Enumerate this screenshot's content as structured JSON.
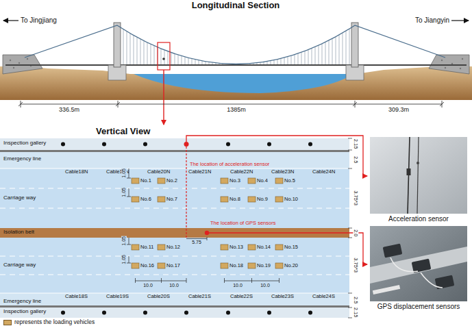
{
  "diagram": {
    "nodes": [
      {
        "text": [
          "Acceleration sensor"
        ]
      },
      {
        "text": [
          "GPS displacement sensors"
        ]
      }
    ],
    "labels": [
      "Longitudinal Section",
      "To Jingjiang",
      "To Jiangyin",
      "336.5m",
      "1385m",
      "309.3m",
      "Vertical View",
      "Inspection gallery",
      "Emergency line",
      "Carriage way",
      "Isolation belt",
      "Carriage way",
      "Emergency line",
      "Inspection gallery",
      "Cable18N",
      "Cable19N",
      "Cable20N",
      "Cable21N",
      "Cable22N",
      "Cable23N",
      "Cable24N",
      "Cable18S",
      "Cable19S",
      "Cable20S",
      "Cable21S",
      "Cable22S",
      "Cable23S",
      "Cable24S",
      "The location of acceleration sensor",
      "The location of GPS sensors",
      "5.75",
      "No.1",
      "No.2",
      "No.3",
      "No.4",
      "No.5",
      "No.6",
      "No.7",
      "No.8",
      "No.9",
      "No.10",
      "No.11",
      "No.12",
      "No.13",
      "No.14",
      "No.15",
      "No.16",
      "No.17",
      "No.18",
      "No.19",
      "No.20",
      "1.05",
      "1.05",
      "1.05",
      "1.05",
      "10.0",
      "10.0",
      "10.0",
      "10.0",
      "2.15",
      "2.5",
      "3.75*3",
      "2.0",
      "3.75*3",
      "2.5",
      "2.15"
    ],
    "legend": [
      {
        "text": "represents the loading vehicles",
        "color": "#d2a860"
      }
    ]
  }
}
